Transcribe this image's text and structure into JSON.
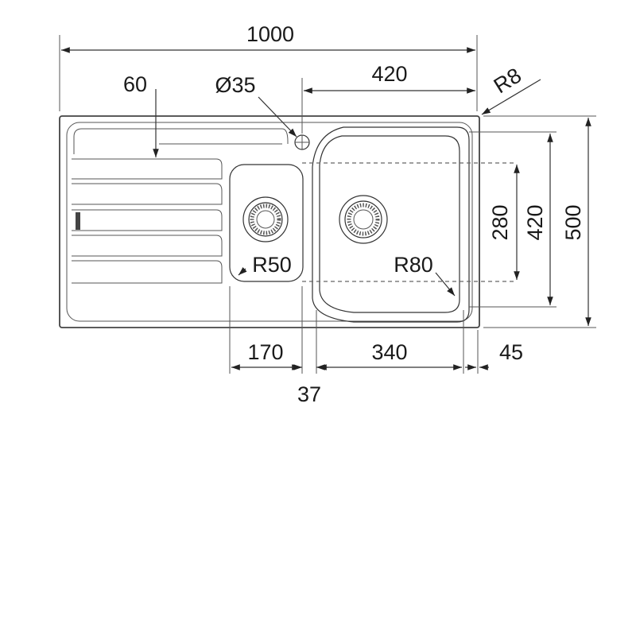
{
  "drawing": {
    "dimensions": {
      "overall_width": "1000",
      "tap_hole_offset": "420",
      "drainer_offset": "60",
      "tap_hole_diameter": "Ø35",
      "corner_radius": "R8",
      "small_bowl_radius": "R50",
      "large_bowl_radius": "R80",
      "small_bowl_width": "170",
      "bowl_gap": "37",
      "large_bowl_width": "340",
      "right_margin": "45",
      "bowl_depth_inner": "280",
      "bowl_depth_outer": "420",
      "overall_depth": "500"
    }
  }
}
